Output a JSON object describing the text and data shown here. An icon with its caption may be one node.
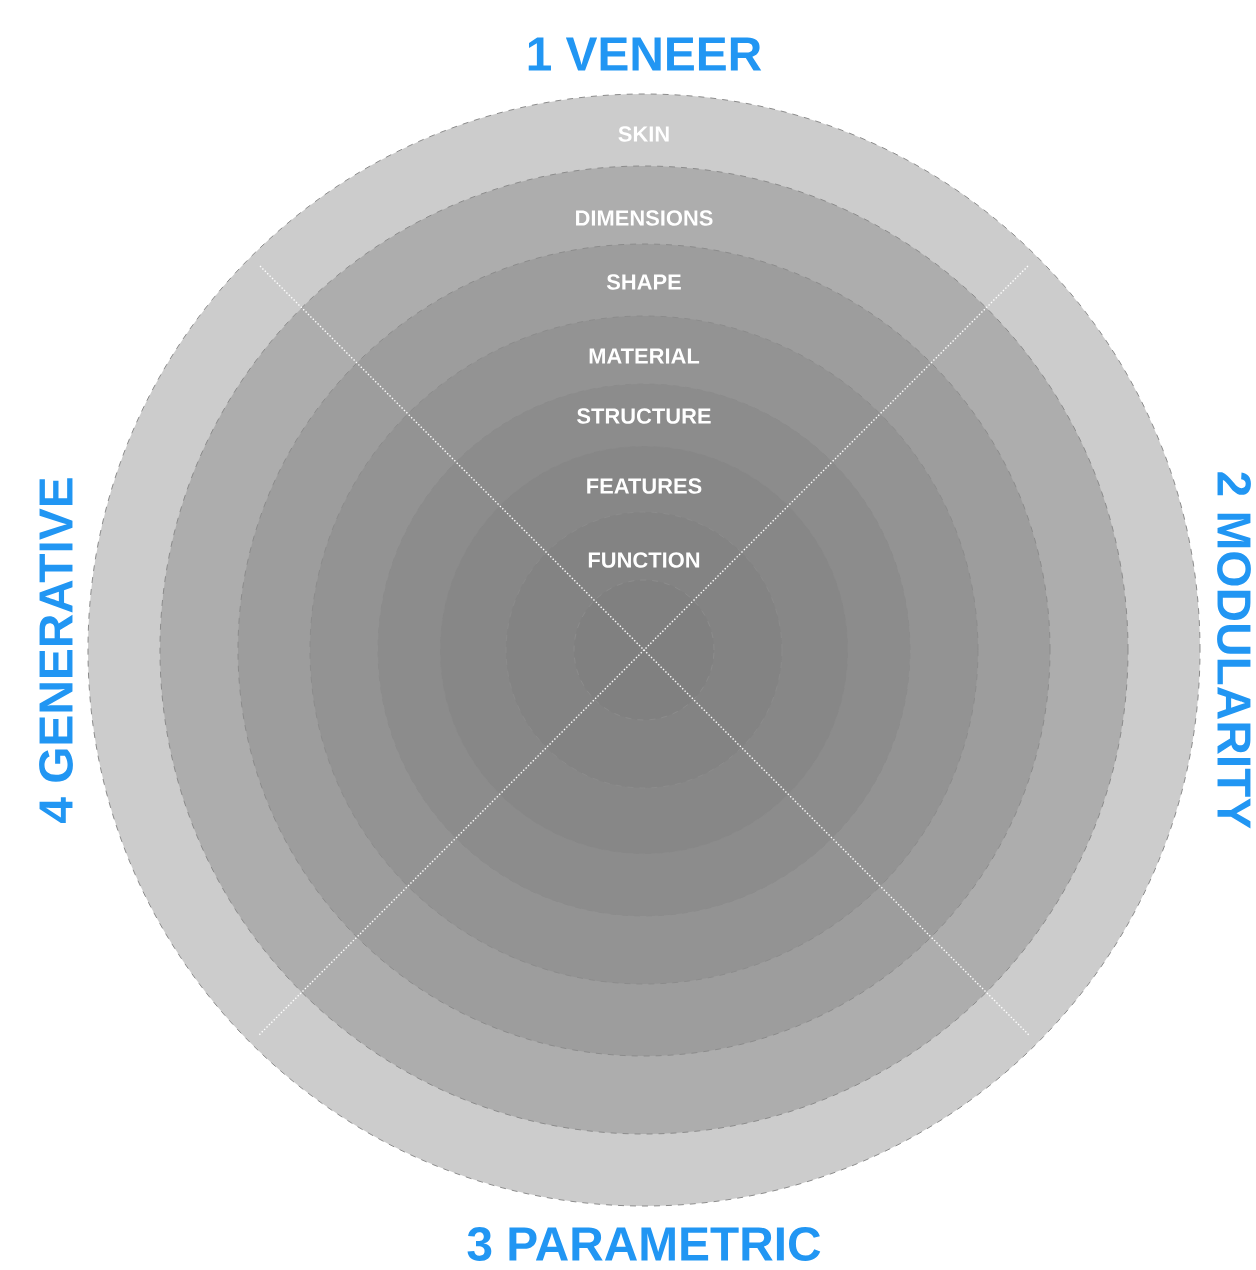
{
  "diagram": {
    "nodes": [
      {
        "text": [
          "SKIN"
        ]
      },
      {
        "text": [
          "DIMENSIONS"
        ],
        "in": 0
      },
      {
        "text": [
          "SHAPE"
        ],
        "in": 1
      },
      {
        "text": [
          "MATERIAL"
        ],
        "in": 2
      },
      {
        "text": [
          "STRUCTURE"
        ],
        "in": 3
      },
      {
        "text": [
          "FEATURES"
        ],
        "in": 4
      },
      {
        "text": [
          "FUNCTION"
        ],
        "in": 5
      },
      {
        "text": [],
        "shape": "circle",
        "in": 6
      }
    ],
    "labels": [
      "1 VENEER",
      "4 GENERATIVE",
      "2 MODULARITY",
      "3 PARAMETRIC"
    ]
  }
}
